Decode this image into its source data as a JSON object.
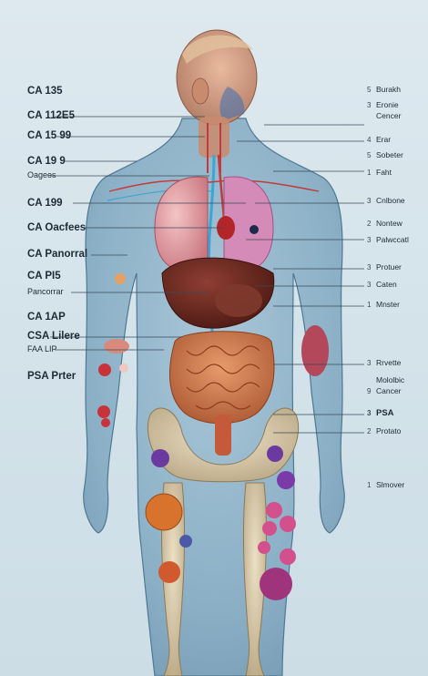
{
  "diagram": {
    "left_labels": [
      {
        "text": "CA 135",
        "weight": "big"
      },
      {
        "text": "CA 112E5",
        "weight": "big"
      },
      {
        "text": "CA 15 99",
        "weight": "big"
      },
      {
        "text": "CA 19 9",
        "weight": "big"
      },
      {
        "text": "Oagees",
        "weight": "small"
      },
      {
        "text": "CA 199",
        "weight": "big"
      },
      {
        "text": "CA Oacfees",
        "weight": "big"
      },
      {
        "text": "CA Panorral",
        "weight": "big"
      },
      {
        "text": "CA PI5",
        "weight": "big"
      },
      {
        "text": "Pancorrar",
        "weight": "small"
      },
      {
        "text": "CA 1AP",
        "weight": "big"
      },
      {
        "text": "CSA Lilere",
        "weight": "big"
      },
      {
        "text": "FAA LIP",
        "weight": "small"
      },
      {
        "text": "PSA Prter",
        "weight": "big"
      }
    ],
    "right_labels": [
      {
        "num": "5",
        "text": "Burakh"
      },
      {
        "num": "3",
        "text": "Eronie"
      },
      {
        "num": "",
        "text": "Cencer"
      },
      {
        "num": "4",
        "text": "Erar"
      },
      {
        "num": "5",
        "text": "Sobeter"
      },
      {
        "num": "1",
        "text": "Faht"
      },
      {
        "num": "3",
        "text": "Cnlbone"
      },
      {
        "num": "2",
        "text": "Nontew"
      },
      {
        "num": "3",
        "text": "Palwccatl"
      },
      {
        "num": "3",
        "text": "Protuer"
      },
      {
        "num": "3",
        "text": "Caten"
      },
      {
        "num": "1",
        "text": "Mnster"
      },
      {
        "num": "3",
        "text": "Rrvette"
      },
      {
        "num": "",
        "text": "Mololbic"
      },
      {
        "num": "9",
        "text": "Cancer"
      },
      {
        "num": "3",
        "text": "PSA"
      },
      {
        "num": "2",
        "text": "Protato"
      },
      {
        "num": "1",
        "text": "Slmover"
      }
    ],
    "colors": {
      "body": "#8fb3c9",
      "lung": "#e6a0a8",
      "liver": "#6e2a22",
      "intestine": "#c9794e",
      "bone": "#d8c9a8",
      "tumor_pink": "#d2508c",
      "tumor_orange": "#d8732e",
      "vessel_blue": "#3aa6d8",
      "vessel_red": "#c23a3a"
    }
  }
}
